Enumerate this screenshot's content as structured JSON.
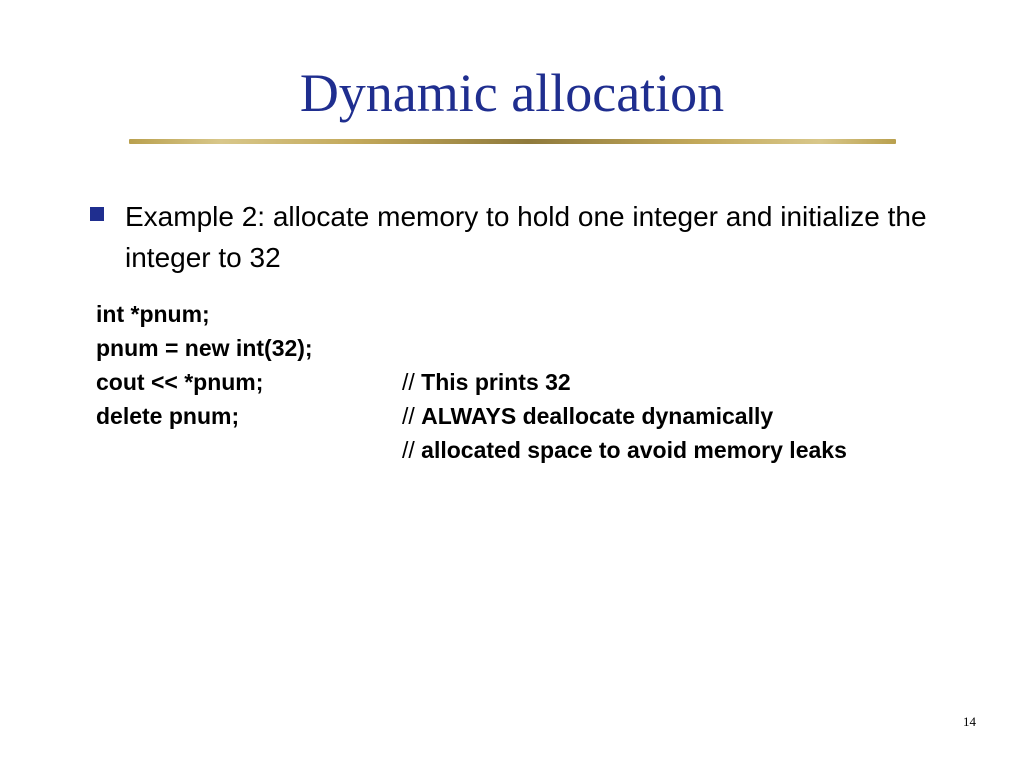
{
  "slide": {
    "title": "Dynamic allocation",
    "bullet": "Example 2: allocate memory to hold one integer and initialize the integer to 32",
    "code": [
      {
        "stmt": "int *pnum;",
        "comment_prefix": "",
        "comment": ""
      },
      {
        "stmt": "pnum = new int(32);",
        "comment_prefix": "",
        "comment": ""
      },
      {
        "stmt": "cout << *pnum;",
        "comment_prefix": "// ",
        "comment": "This prints 32"
      },
      {
        "stmt": "delete pnum;",
        "comment_prefix": "// ",
        "comment": "ALWAYS deallocate dynamically"
      },
      {
        "stmt": "",
        "comment_prefix": "// ",
        "comment": "allocated space to avoid memory leaks"
      }
    ],
    "page_number": "14"
  },
  "colors": {
    "title": "#1f2e8f",
    "bullet_marker": "#1f2e8f",
    "rule": "#b9a04e"
  },
  "icons": {
    "bullet": "square-bullet-icon"
  }
}
